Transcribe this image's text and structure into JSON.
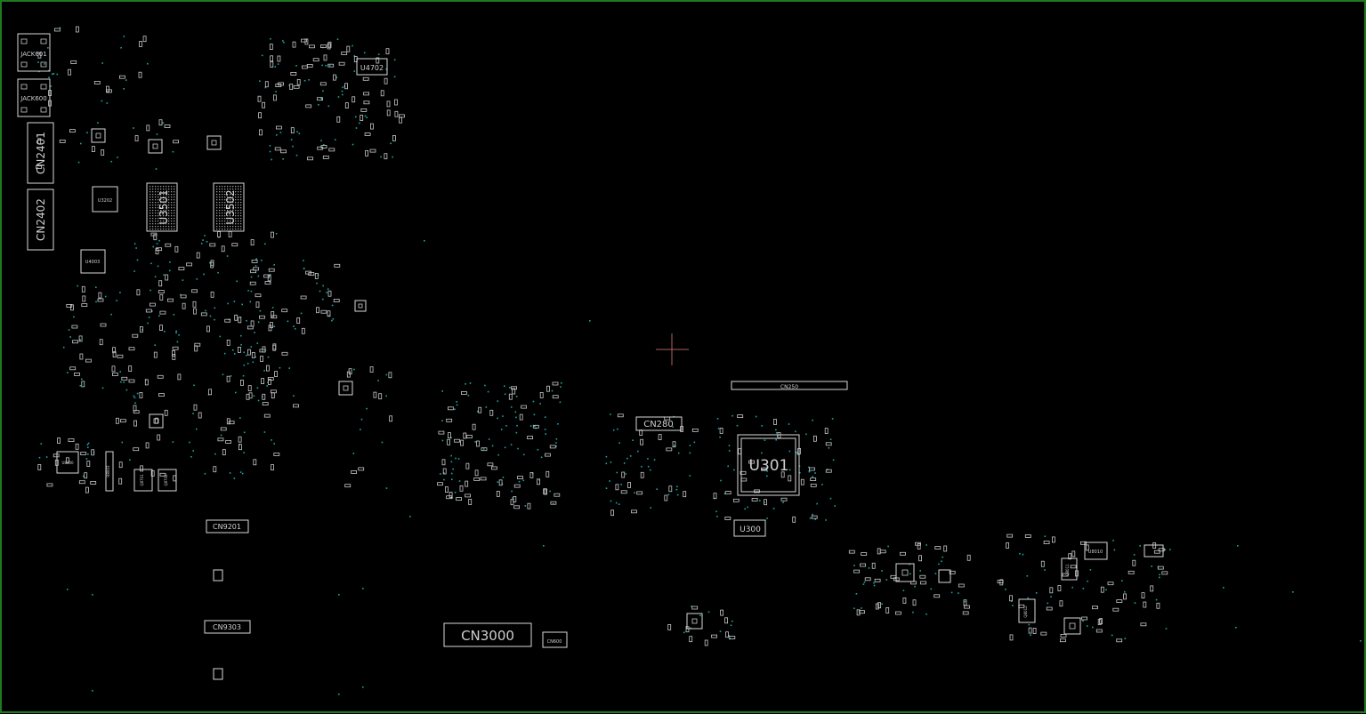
{
  "view": {
    "background": "#000000",
    "outline_color": "#1f7a1f",
    "via_color": "#19a6a6",
    "component_color": "#d8d8d8",
    "cursor_color": "#b06060"
  },
  "labels": {
    "jack601": "JACK601",
    "jack600": "JACK600",
    "cn2401": "CN2401",
    "cn2402": "CN2402",
    "u3202": "U3202",
    "u3501": "U3501",
    "u3502": "U3502",
    "u4003": "U4003",
    "u4702": "U4702",
    "cn250": "CN250",
    "cn280": "CN280",
    "u301": "U301",
    "u300": "U300",
    "cn9201": "CN9201",
    "cn9303": "CN9303",
    "cn3000": "CN3000",
    "cn600": "CN600",
    "u8000": "U8000",
    "u8003": "U8003",
    "q8701": "Q8701",
    "q8702": "Q8702",
    "u8010": "U8010",
    "q8012": "Q8012",
    "q8011": "Q8011"
  }
}
